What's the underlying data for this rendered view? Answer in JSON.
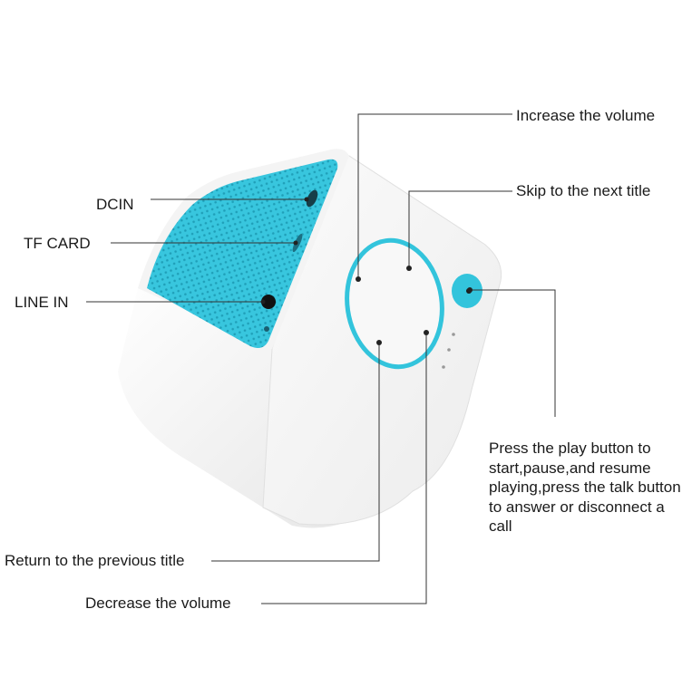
{
  "colors": {
    "accent": "#33c4dc",
    "body_white": "#f7f7f7",
    "leader_line": "#333333"
  },
  "labels": {
    "dcin": "DCIN",
    "tf_card": "TF CARD",
    "line_in": "LINE IN",
    "increase_volume": "Increase the volume",
    "skip_next": "Skip to the next title",
    "play_description": "Press the play button to start,pause,and resume playing,press the talk button to answer or disconnect a call",
    "previous_title": "Return to the previous title",
    "decrease_volume": "Decrease the volume"
  }
}
